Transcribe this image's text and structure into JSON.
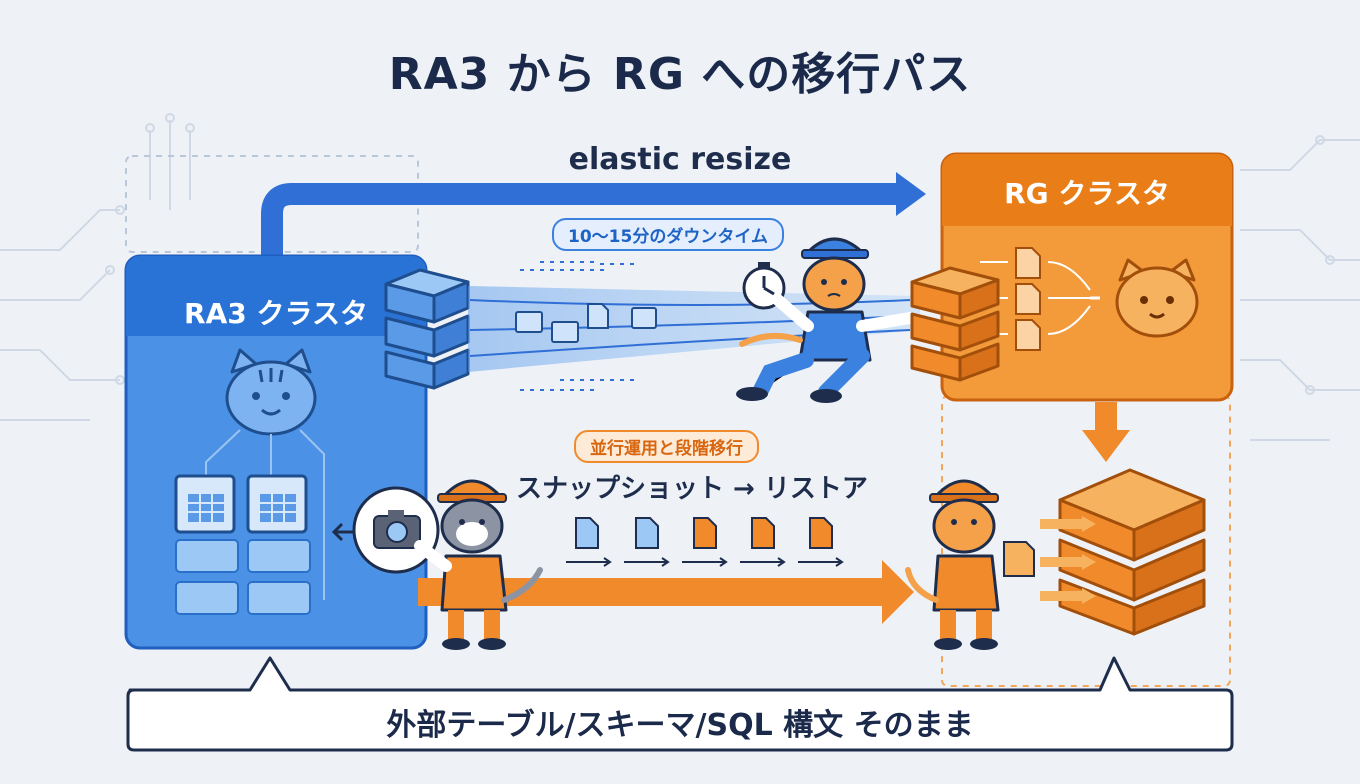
{
  "title": "RA3 から RG への移行パス",
  "ra3_cluster": {
    "label": "RA3 クラスタ",
    "color": "#2f7de0"
  },
  "rg_cluster": {
    "label": "RG クラスタ",
    "color": "#f0891e"
  },
  "resize_path": {
    "label": "elastic resize",
    "downtime_badge": "10〜15分のダウンタイム",
    "color": "#2f6fd6"
  },
  "migration_path": {
    "badge": "並行運用と段階移行",
    "label": "スナップショット → リストア",
    "color": "#f0891e"
  },
  "footer": {
    "text": "外部テーブル/スキーマ/SQL 構文 そのまま"
  },
  "icons": [
    "tabby-cat-icon",
    "orange-cat-icon",
    "camera-icon",
    "stopwatch-icon",
    "database-server-icon",
    "document-icon",
    "table-icon"
  ]
}
